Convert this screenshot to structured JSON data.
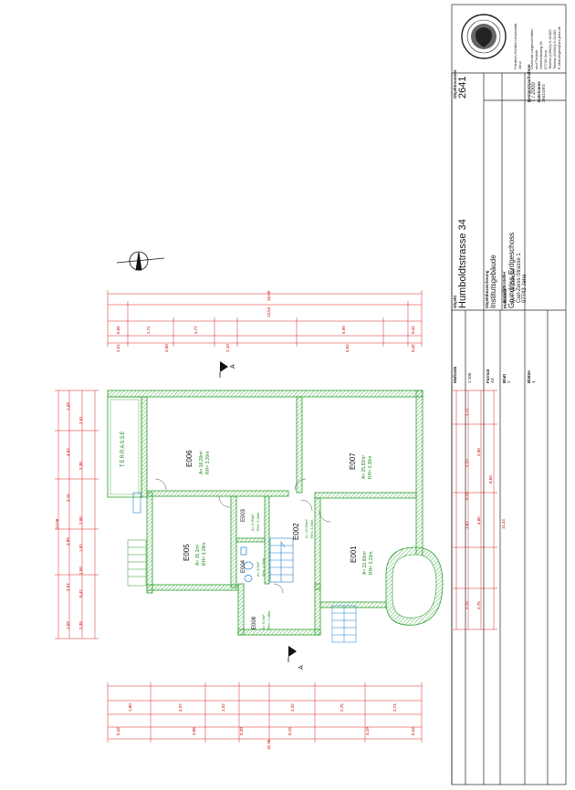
{
  "title_block": {
    "objekt_label": "Objekt",
    "objekt": "Humboldtstrasse 34",
    "objektnummer_label": "Objektnummer",
    "objektnummer": "2641",
    "objektbezeichnung_label": "Objektbezeichnung",
    "objektbezeichnung": "Institutsgebäude",
    "massstab_label": "Maßstab",
    "massstab": "1:100",
    "planinhalt_label": "Planinhalt",
    "planinhalt": "Grundriss Erdgeschoss",
    "format_label": "Format",
    "format": "A3",
    "blatt_label": "Blatt",
    "blatt": "2",
    "erstellt_label": "Erstellt/Ersteller",
    "erstellt": "M + W.Zander",
    "adresse1": "Carl-Zeiss-Strasse 1",
    "adresse2": "07743 Jena",
    "bestand_label": "Bestandsaufnahme",
    "bestand": "7 / 2000",
    "blaetter_label": "Blätter",
    "blaetter": "4",
    "dateiname_label": "Dateiname",
    "dateiname": "2641GEG",
    "uni_line1": "Friedrich-Schiller-Universität",
    "uni_line2": "Jena",
    "dezernat1": "Dezernat Liegenschaften",
    "dezernat2": "und Technik",
    "dezernat3": "Helmholtzweg 2b",
    "dezernat4": "07743 Jena",
    "telefon": "Telefon (03641) 9-31400",
    "telefax": "Telefax (03641) 9-31402",
    "email": "E-Mail liegen@uni-jena.de"
  },
  "rooms": {
    "e006": {
      "name": "E006",
      "area": "A= 18,28m²",
      "height": "RH= 3,30m"
    },
    "e007": {
      "name": "E007",
      "area": "A= 25,82m²",
      "height": "RH= 3,30m"
    },
    "e005": {
      "name": "E005",
      "area": "A= 15,1m²",
      "height": "RH= 3,28m"
    },
    "e003": {
      "name": "E003",
      "area": "A= 2,60m²",
      "height": "RH= 3,30m"
    },
    "e004": {
      "name": "E004",
      "area": "A= 3,0m²",
      "height": "RH= 3,30m"
    },
    "e002": {
      "name": "E002",
      "area": "A= 12,93m²",
      "height": "RH= 3,30m"
    },
    "e001": {
      "name": "E001",
      "area": "A= 22,60m²",
      "height": "RH= 3,33m"
    },
    "e008": {
      "name": "E008",
      "area": "A= 6,0m²",
      "height": "RH= 2,38m"
    }
  },
  "terrasse": "TERRASSE",
  "section_marker": "A",
  "dimensions": {
    "top_total": "16,50",
    "top_sub": "13,54",
    "top_row1": [
      "0,65",
      "1,71",
      "4,77",
      "5,99",
      "0,42"
    ],
    "top_row2": [
      "2,51",
      "3,60",
      "2,10",
      "6,92",
      "0,42"
    ],
    "left_total": "12,08",
    "left_row1": [
      "1,43",
      "4,62",
      "3,15",
      "3,89",
      "3,97",
      "1,59"
    ],
    "left_row2": [
      "2,51",
      "2,38",
      "2,00",
      "1,92",
      "1,50",
      "0,42",
      "2,35"
    ],
    "right_total": "11,44",
    "right_sub": "8,69",
    "right_row1": [
      "1,71",
      "2,22",
      "0,15",
      "1,67",
      "2,75"
    ],
    "right_row2": [
      "2,00",
      "4,85",
      "2,75"
    ],
    "bottom_total": "15,75",
    "bottom_row1": [
      "1,80",
      "4,37",
      "1,32",
      "3,32",
      "2,75",
      "2,74"
    ],
    "bottom_row2": [
      "0,42",
      "4,86",
      "0,20",
      "0,15",
      "4,19",
      "0,42"
    ]
  }
}
